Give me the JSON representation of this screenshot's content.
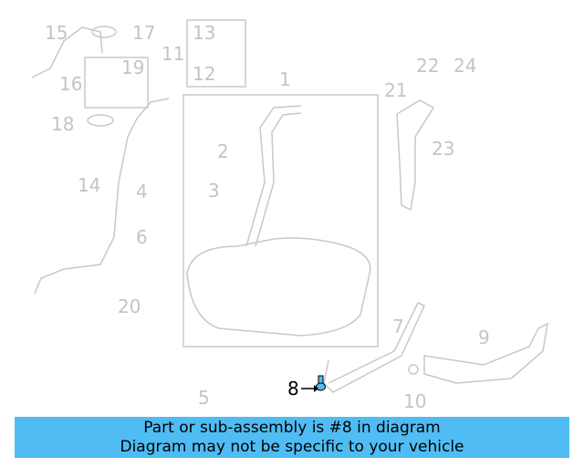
{
  "diagram": {
    "callouts": [
      "1",
      "2",
      "3",
      "4",
      "5",
      "6",
      "7",
      "8",
      "9",
      "10",
      "11",
      "12",
      "13",
      "14",
      "15",
      "16",
      "17",
      "18",
      "19",
      "20",
      "21",
      "22",
      "23",
      "24"
    ],
    "highlighted_part": "8",
    "highlight_color": "#4fbdf3"
  },
  "banner": {
    "line1": "Part or sub-assembly is #8 in diagram",
    "line2": "Diagram may not be specific to your vehicle",
    "background": "#4fbdf3"
  }
}
